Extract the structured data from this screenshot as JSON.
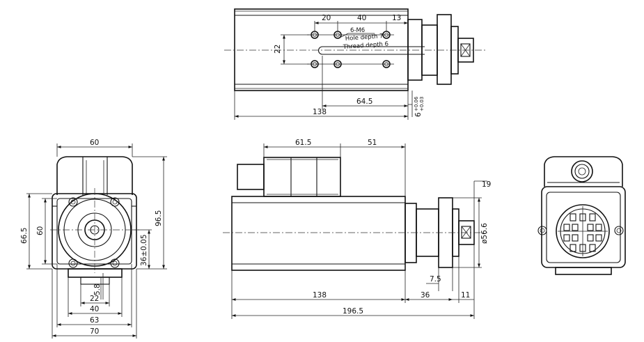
{
  "top_view": {
    "dims": {
      "d20": "20",
      "d40": "40",
      "d13": "13",
      "d22": "22",
      "d645": "64.5",
      "d138": "138",
      "d6": "6",
      "tol_up": "+0.06",
      "tol_dn": "+0.03"
    },
    "note": {
      "l1": "6-M6",
      "l2": "Hole depth 7",
      "l3": "Thread depth 6"
    }
  },
  "front_view": {
    "dims": {
      "d60t": "60",
      "d665": "66.5",
      "d60l": "60",
      "d965": "96.5",
      "d36": "36±0.05",
      "d58": "5.8",
      "d22": "22",
      "d40": "40",
      "d63": "63",
      "d70": "70"
    }
  },
  "side_view": {
    "dims": {
      "d615": "61.5",
      "d51": "51",
      "d19": "19",
      "d566": "ø56.6",
      "d75": "7.5",
      "d138": "138",
      "d36": "36",
      "d11": "11",
      "d1965": "196.5"
    }
  }
}
